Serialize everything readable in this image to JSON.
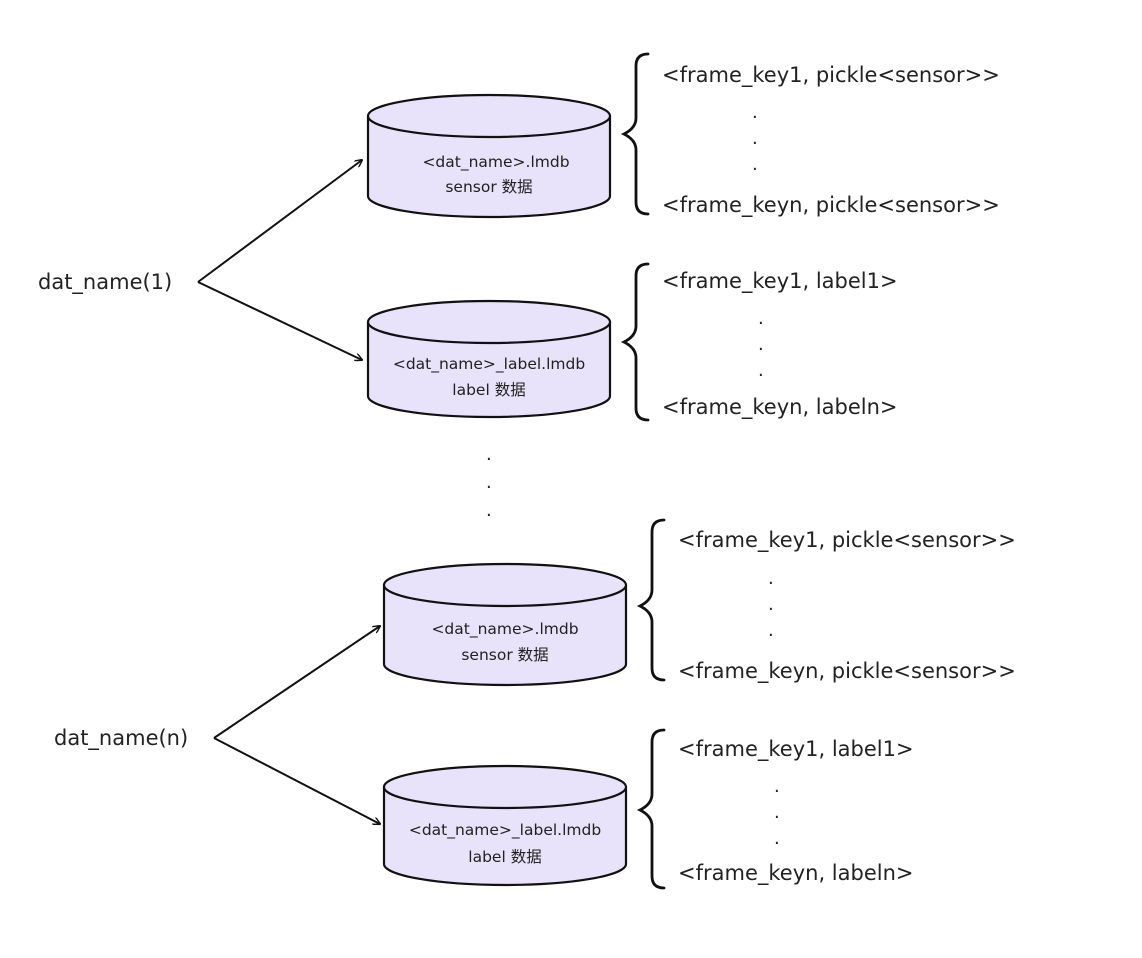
{
  "colors": {
    "db_fill": "#e8e2fb",
    "stroke": "#111111",
    "text": "#222222"
  },
  "groups": [
    {
      "source": "dat_name(1)",
      "databases": [
        {
          "filename": "<dat_name>.lmdb",
          "description": "sensor 数据",
          "entries": {
            "first": "<frame_key1, pickle<sensor>>",
            "ellipsis": [
              ".",
              ".",
              "."
            ],
            "last": "<frame_keyn, pickle<sensor>>"
          }
        },
        {
          "filename": "<dat_name>_label.lmdb",
          "description": "label 数据",
          "entries": {
            "first": "<frame_key1, label1>",
            "ellipsis": [
              ".",
              ".",
              "."
            ],
            "last": "<frame_keyn, labeln>"
          }
        }
      ]
    },
    {
      "source": "dat_name(n)",
      "databases": [
        {
          "filename": "<dat_name>.lmdb",
          "description": "sensor 数据",
          "entries": {
            "first": "<frame_key1, pickle<sensor>>",
            "ellipsis": [
              ".",
              ".",
              "."
            ],
            "last": "<frame_keyn, pickle<sensor>>"
          }
        },
        {
          "filename": "<dat_name>_label.lmdb",
          "description": "label 数据",
          "entries": {
            "first": "<frame_key1, label1>",
            "ellipsis": [
              ".",
              ".",
              "."
            ],
            "last": "<frame_keyn, labeln>"
          }
        }
      ]
    }
  ],
  "between_groups_ellipsis": [
    ".",
    ".",
    "."
  ]
}
